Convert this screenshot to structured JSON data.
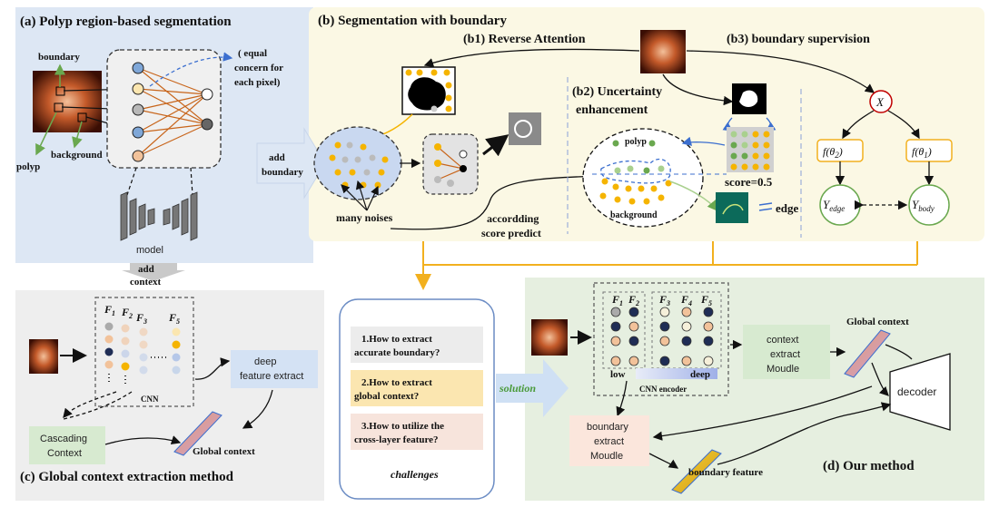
{
  "panels": {
    "a": {
      "title": "(a) Polyp region-based segmentation",
      "boundary": "boundary",
      "background": "background",
      "polyp": "polyp",
      "equal_1": "( equal",
      "equal_2": "concern for",
      "equal_3": "each pixel)",
      "model": "model"
    },
    "add_context_1": "add",
    "add_context_2": "context",
    "add_boundary_1": "add",
    "add_boundary_2": "boundary",
    "b": {
      "title": "(b) Segmentation with boundary",
      "b1": "(b1) Reverse Attention",
      "b2_1": "(b2) Uncertainty",
      "b2_2": "enhancement",
      "b3": "(b3) boundary supervision",
      "many_noises": "many noises",
      "accordding_1": "accordding",
      "accordding_2": "score predict",
      "score": "score=0.5",
      "edge": "edge",
      "polyp": "polyp",
      "background": "background",
      "x_node": "X",
      "f_theta2": "f(θ",
      "f_theta2_sub": "2",
      "f_theta1": "f(θ",
      "f_theta1_sub": "1",
      "y_edge": "Y",
      "y_edge_sub": "edge",
      "y_body": "Y",
      "y_body_sub": "body"
    },
    "c": {
      "title": "(c) Global context extraction method",
      "f1": "F",
      "f1_sub": "1",
      "f2": "F",
      "f2_sub": "2",
      "f3": "F",
      "f3_sub": "3",
      "f5": "F",
      "f5_sub": "5",
      "cnn": "CNN",
      "deep_1": "deep",
      "deep_2": "feature extract",
      "cascading_1": "Cascading",
      "cascading_2": "Context",
      "global_context": "Global context"
    },
    "challenges": {
      "q1_1": "1.How to extract",
      "q1_2": "accurate boundary?",
      "q2_1": "2.How to extract",
      "q2_2": "global context?",
      "q3_1": "3.How to utilize the",
      "q3_2": "cross-layer feature?",
      "label": "challenges",
      "solution": "solution"
    },
    "d": {
      "title": "(d) Our method",
      "f1": "F",
      "f1_sub": "1",
      "f2": "F",
      "f2_sub": "2",
      "f3": "F",
      "f3_sub": "3",
      "f4": "F",
      "f4_sub": "4",
      "f5": "F",
      "f5_sub": "5",
      "low": "low",
      "deep": "deep",
      "cnn_encoder": "CNN encoder",
      "context_1": "context",
      "context_2": "extract",
      "context_3": "Moudle",
      "global_context": "Global context",
      "decoder": "decoder",
      "boundary_1": "boundary",
      "boundary_2": "extract",
      "boundary_3": "Moudle",
      "boundary_feature": "boundary feature"
    }
  },
  "colors": {
    "panel_a": "#dde7f4",
    "panel_b": "#fbf8e4",
    "panel_c": "#eeeeee",
    "panel_d": "#e6efe0",
    "orange_node": "#f5b400",
    "green_node": "#6aa84f",
    "dark_node": "#1f2d55",
    "arrow_orange": "#f2b01e"
  }
}
